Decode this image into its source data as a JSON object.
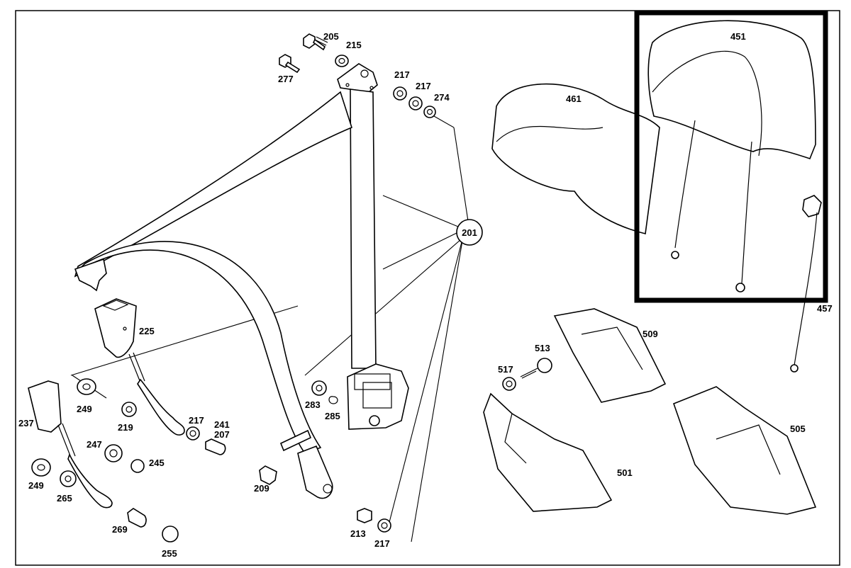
{
  "diagram": {
    "hub_label": "201",
    "callouts": [
      {
        "id": "205",
        "text": "205"
      },
      {
        "id": "215",
        "text": "215"
      },
      {
        "id": "277",
        "text": "277"
      },
      {
        "id": "217a",
        "text": "217"
      },
      {
        "id": "217b",
        "text": "217"
      },
      {
        "id": "274",
        "text": "274"
      },
      {
        "id": "461",
        "text": "461"
      },
      {
        "id": "451",
        "text": "451"
      },
      {
        "id": "457",
        "text": "457"
      },
      {
        "id": "225",
        "text": "225"
      },
      {
        "id": "509",
        "text": "509"
      },
      {
        "id": "513",
        "text": "513"
      },
      {
        "id": "517",
        "text": "517"
      },
      {
        "id": "249a",
        "text": "249"
      },
      {
        "id": "219",
        "text": "219"
      },
      {
        "id": "237",
        "text": "237"
      },
      {
        "id": "217c",
        "text": "217"
      },
      {
        "id": "241",
        "text": "241"
      },
      {
        "id": "207",
        "text": "207"
      },
      {
        "id": "283",
        "text": "283"
      },
      {
        "id": "285",
        "text": "285"
      },
      {
        "id": "505",
        "text": "505"
      },
      {
        "id": "247",
        "text": "247"
      },
      {
        "id": "245",
        "text": "245"
      },
      {
        "id": "249b",
        "text": "249"
      },
      {
        "id": "265",
        "text": "265"
      },
      {
        "id": "209",
        "text": "209"
      },
      {
        "id": "501",
        "text": "501"
      },
      {
        "id": "269",
        "text": "269"
      },
      {
        "id": "255",
        "text": "255"
      },
      {
        "id": "213",
        "text": "213"
      },
      {
        "id": "217d",
        "text": "217"
      }
    ]
  }
}
